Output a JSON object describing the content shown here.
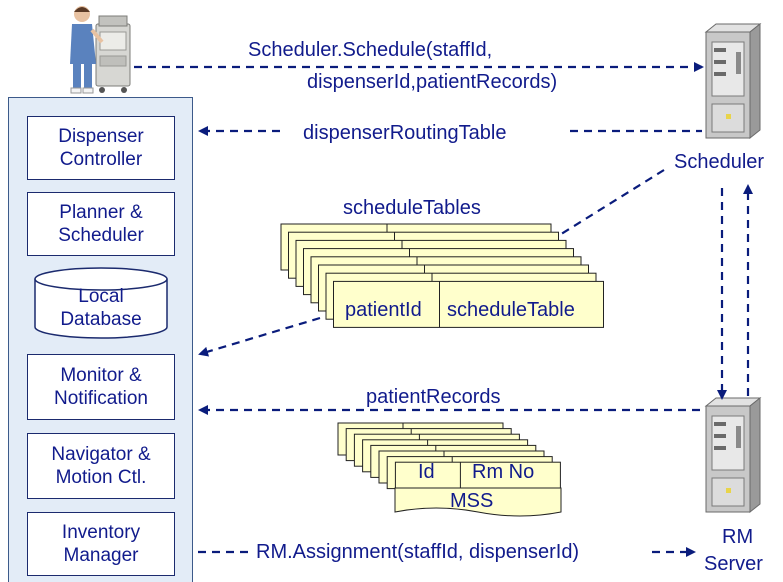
{
  "arrows": {
    "schedule_call_line1": "Scheduler.Schedule(staffId,",
    "schedule_call_line2": "dispenserId,patientRecords)",
    "routing_table": "dispenserRoutingTable",
    "patient_records": "patientRecords",
    "assignment_call": "RM.Assignment(staffId, dispenserId)"
  },
  "dispenser_components": [
    {
      "label": "Dispenser\nController"
    },
    {
      "label": "Planner &\nScheduler"
    },
    {
      "label": "Local\nDatabase"
    },
    {
      "label": "Monitor &\nNotification"
    },
    {
      "label": "Navigator &\nMotion Ctl."
    },
    {
      "label": "Inventory\nManager"
    }
  ],
  "schedule_tables": {
    "title": "scheduleTables",
    "col1": "patientId",
    "col2": "scheduleTable"
  },
  "mss": {
    "col1": "Id",
    "col2": "Rm No",
    "footer": "MSS"
  },
  "servers": {
    "scheduler": "Scheduler",
    "rm_line1": "RM",
    "rm_line2": "Server"
  },
  "colors": {
    "arrow": "#0a1c7c",
    "text": "#111b8c",
    "panel": "#e3ecf7",
    "card": "#ffffcc"
  },
  "icons": [
    "nurse-with-dispenser-figure",
    "scheduler-server-icon",
    "rm-server-icon"
  ]
}
